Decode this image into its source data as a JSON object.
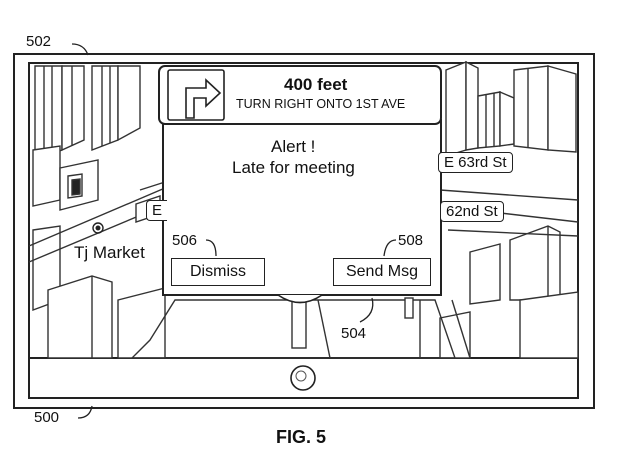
{
  "reference_numerals": {
    "device": "500",
    "screen": "502",
    "dialog": "504",
    "dismiss_button": "506",
    "send_button": "508"
  },
  "navigation_banner": {
    "distance": "400 feet",
    "instruction": "TURN RIGHT ONTO 1ST AVE",
    "icon": "turn-right-arrow-icon"
  },
  "alert": {
    "title": "Alert !",
    "message": "Late for meeting",
    "dismiss_label": "Dismiss",
    "send_label": "Send Msg"
  },
  "map_labels": {
    "poi": "Tj Market",
    "poi_icon": "location-pin-icon",
    "street_1": "E 63rd St",
    "street_2": "62nd St",
    "street_partial": "E"
  },
  "figure_caption": "FIG. 5"
}
